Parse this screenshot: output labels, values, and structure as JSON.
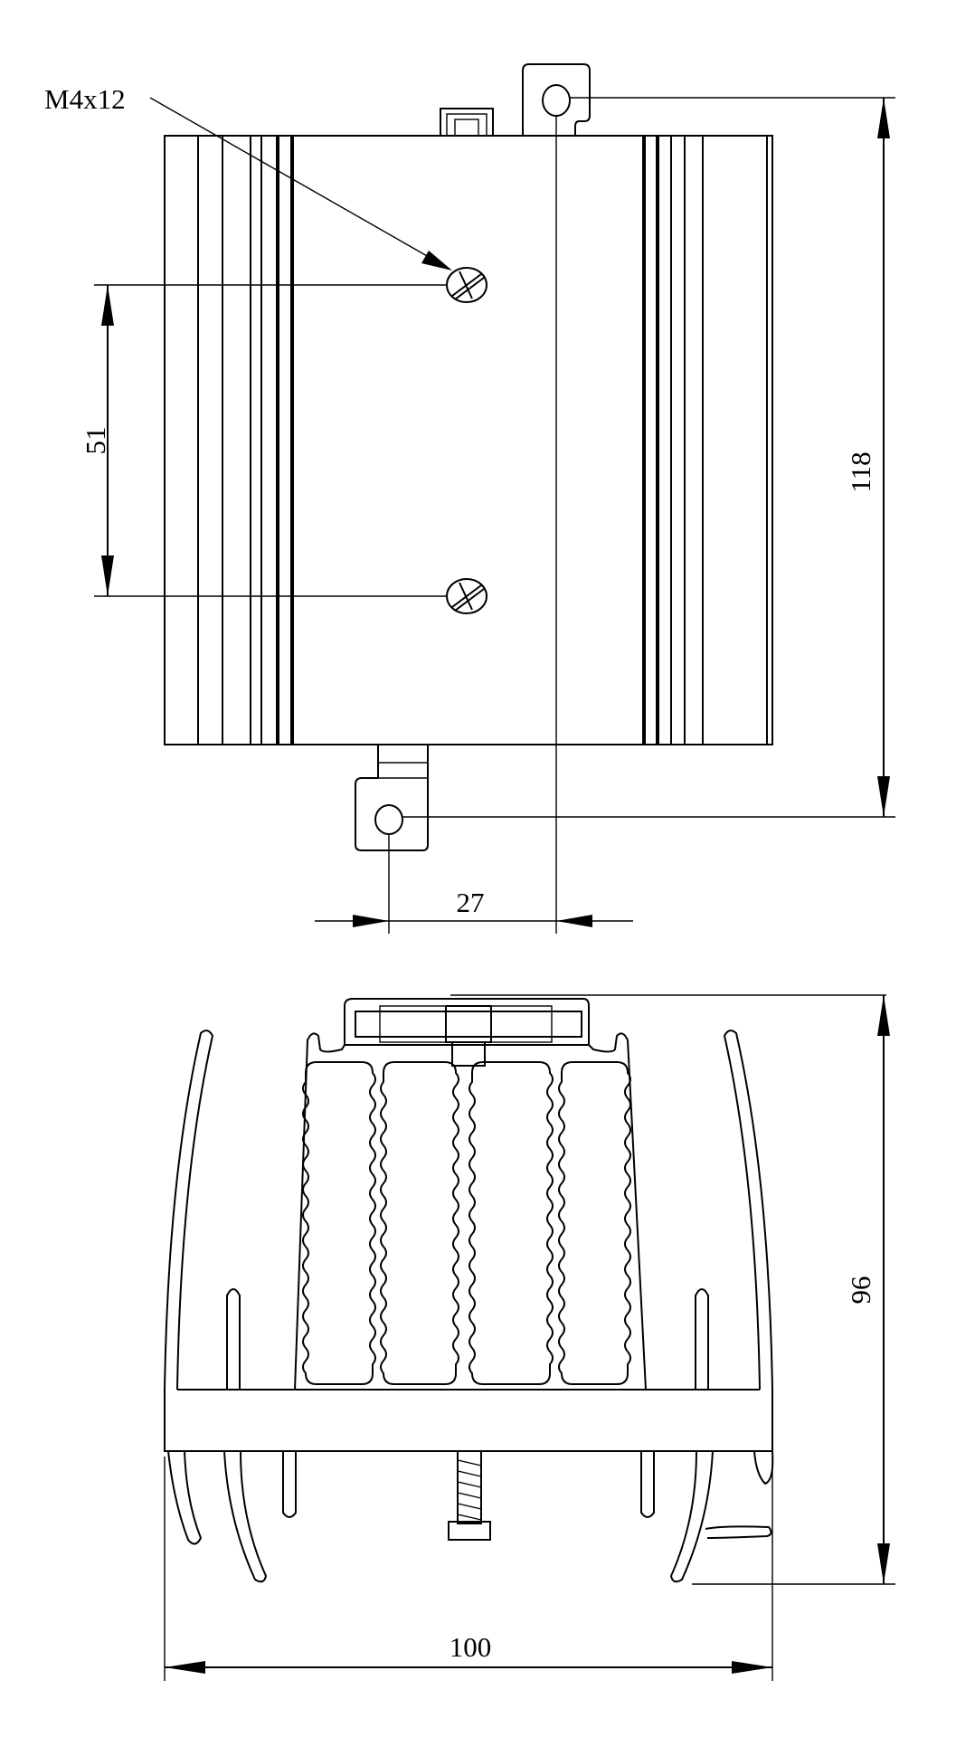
{
  "drawing": {
    "top_view": {
      "screw_label": "M4x12",
      "dim_screw_spacing": "51",
      "dim_mount_height": "118",
      "dim_mount_offset": "27"
    },
    "section_view": {
      "dim_height": "96",
      "dim_width": "100"
    },
    "line_color": "#000000",
    "background_color": "#ffffff"
  }
}
